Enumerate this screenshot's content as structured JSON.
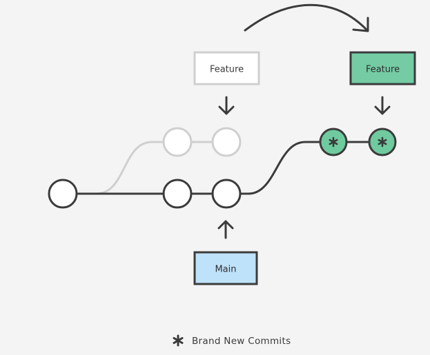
{
  "colors": {
    "background": "#f4f4f4",
    "stroke_dark": "#3b3b3b",
    "stroke_faded": "#cfcfcf",
    "faded_text": "#3b3b3b",
    "commit_fill": "#ffffff",
    "new_commit_fill": "#6fcb9f",
    "main_fill": "#bfe2fb",
    "feature_new_fill": "#74cba4"
  },
  "labels": {
    "feature_old": "Feature",
    "feature_new": "Feature",
    "main": "Main"
  },
  "legend": {
    "icon": "asterisk-icon",
    "text": "Brand New Commits"
  }
}
